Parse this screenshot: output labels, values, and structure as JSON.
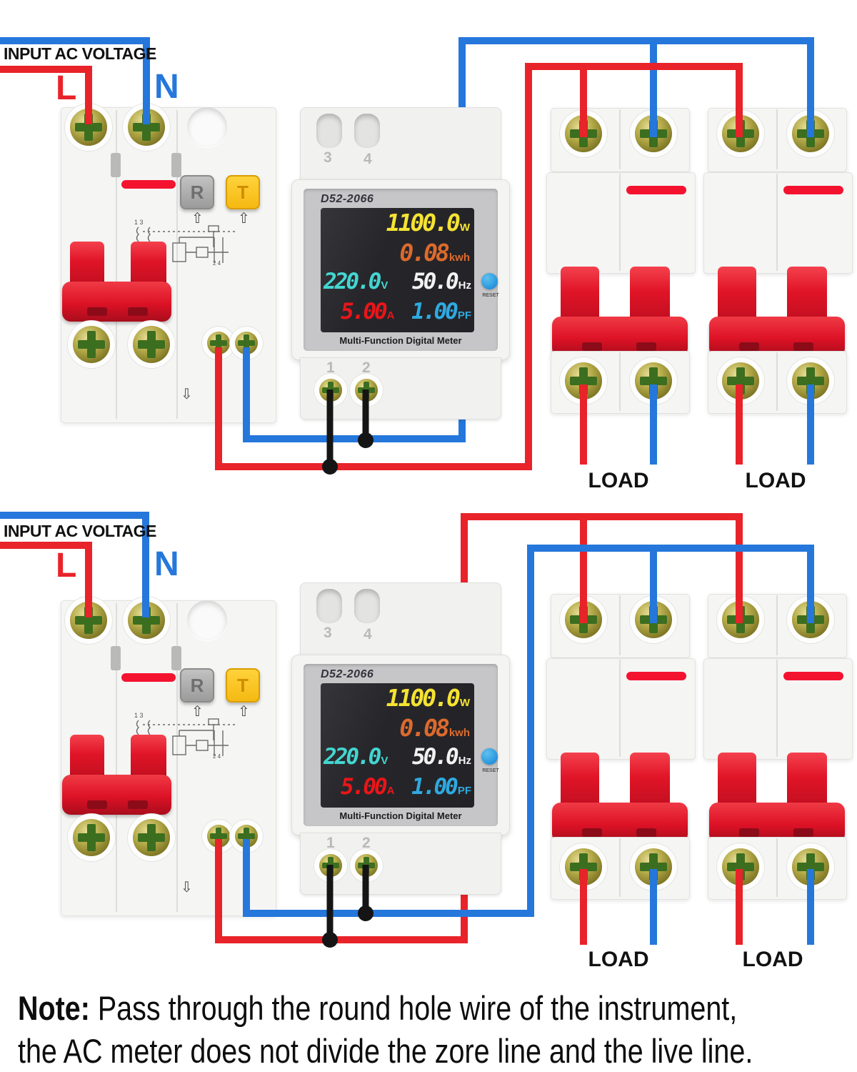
{
  "labels": {
    "input": "INPUT AC VOLTAGE",
    "live": "L",
    "neutral": "N",
    "load": "LOAD"
  },
  "rcbo": {
    "reset_button": "R",
    "test_button": "T"
  },
  "meter": {
    "model": "D52-2066",
    "caption": "Multi-Function Digital Meter",
    "reset_label": "RESET",
    "terminals_top": [
      "3",
      "4"
    ],
    "terminals_bottom": [
      "1",
      "2"
    ],
    "display": {
      "power_value": "1100.0",
      "power_unit": "W",
      "energy_value": "0.08",
      "energy_unit": "kwh",
      "voltage_value": "220.0",
      "voltage_unit": "V",
      "frequency_value": "50.0",
      "frequency_unit": "Hz",
      "current_value": "5.00",
      "current_unit": "A",
      "pf_value": "1.00",
      "pf_unit": "PF"
    }
  },
  "note": {
    "prefix": "Note:",
    "line1": " Pass through the round hole wire of the instrument,",
    "line2": "the AC meter does not divide the zore line and the live line."
  },
  "colors": {
    "live_wire": "#e82329",
    "neutral_wire": "#2577db",
    "meter_lead_wire": "#151515",
    "display_power": "#f5e332",
    "display_energy": "#dd6a2c",
    "display_voltage": "#43d6d1",
    "display_frequency": "#f2f2f2",
    "display_current": "#ea1519",
    "display_pf": "#2fa9e1",
    "breaker_handle": "#e01427",
    "test_button": "#f5b912"
  }
}
